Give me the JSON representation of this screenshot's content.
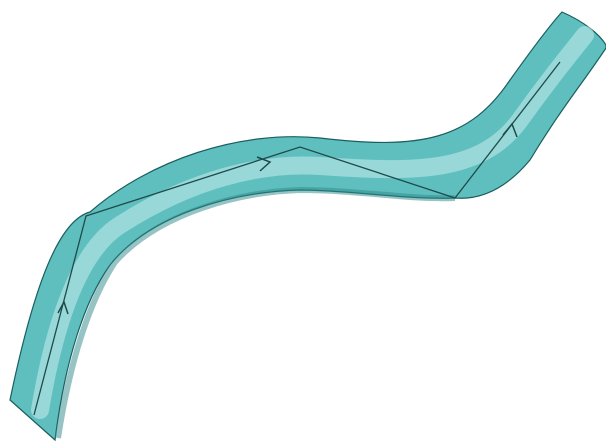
{
  "diagram": {
    "subject": "optical-fiber-light-path",
    "colors": {
      "background": "#ffffff",
      "fiber_dark": "#2e9a9a",
      "fiber_mid": "#5fbfbf",
      "fiber_light": "#c8ecec",
      "edge": "#1a5f5f",
      "ray": "#1f4a4a"
    },
    "elements": [
      {
        "id": "fiber",
        "kind": "curved-tube"
      },
      {
        "id": "light-ray",
        "kind": "zigzag-path-with-arrows",
        "arrow_count": 3
      }
    ]
  }
}
